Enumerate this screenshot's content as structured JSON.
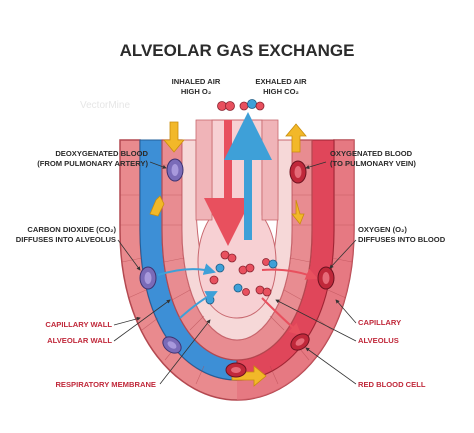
{
  "title": "ALVEOLAR GAS EXCHANGE",
  "labels": {
    "inhaled_air_1": "INHALED AIR",
    "inhaled_air_2": "HIGH O₂",
    "exhaled_air_1": "EXHALED AIR",
    "exhaled_air_2": "HIGH CO₂",
    "deoxy_1": "DEOXYGENATED BLOOD",
    "deoxy_2": "(FROM PULMONARY ARTERY)",
    "oxy_1": "OXYGENATED BLOOD",
    "oxy_2": "(TO PULMONARY VEIN)",
    "co2_1": "CARBON DIOXIDE (CO₂)",
    "co2_2": "DIFFUSES INTO ALVEOLUS",
    "o2_1": "OXYGEN (O₂)",
    "o2_2": "DIFFUSES INTO BLOOD",
    "capillary_wall": "CAPILLARY WALL",
    "alveolar_wall": "ALVEOLAR WALL",
    "respiratory_membrane": "RESPIRATORY MEMBRANE",
    "capillary": "CAPILLARY",
    "alveolus": "ALVEOLUS",
    "red_blood_cell": "RED BLOOD CELL"
  },
  "colors": {
    "deoxygenated_blood": "#3d8fd6",
    "oxygenated_blood": "#e0465a",
    "tissue": "#e98a8e",
    "tissue_dark": "#c24d56",
    "alveolar_space": "#f7d0d3",
    "oxygen_arrow": "#e8505e",
    "co2_arrow": "#3ea0d8",
    "flow_arrow": "#f2b829",
    "label_red": "#c0283a",
    "label_dark": "#2b2b2b"
  },
  "watermark": "VectorMine"
}
